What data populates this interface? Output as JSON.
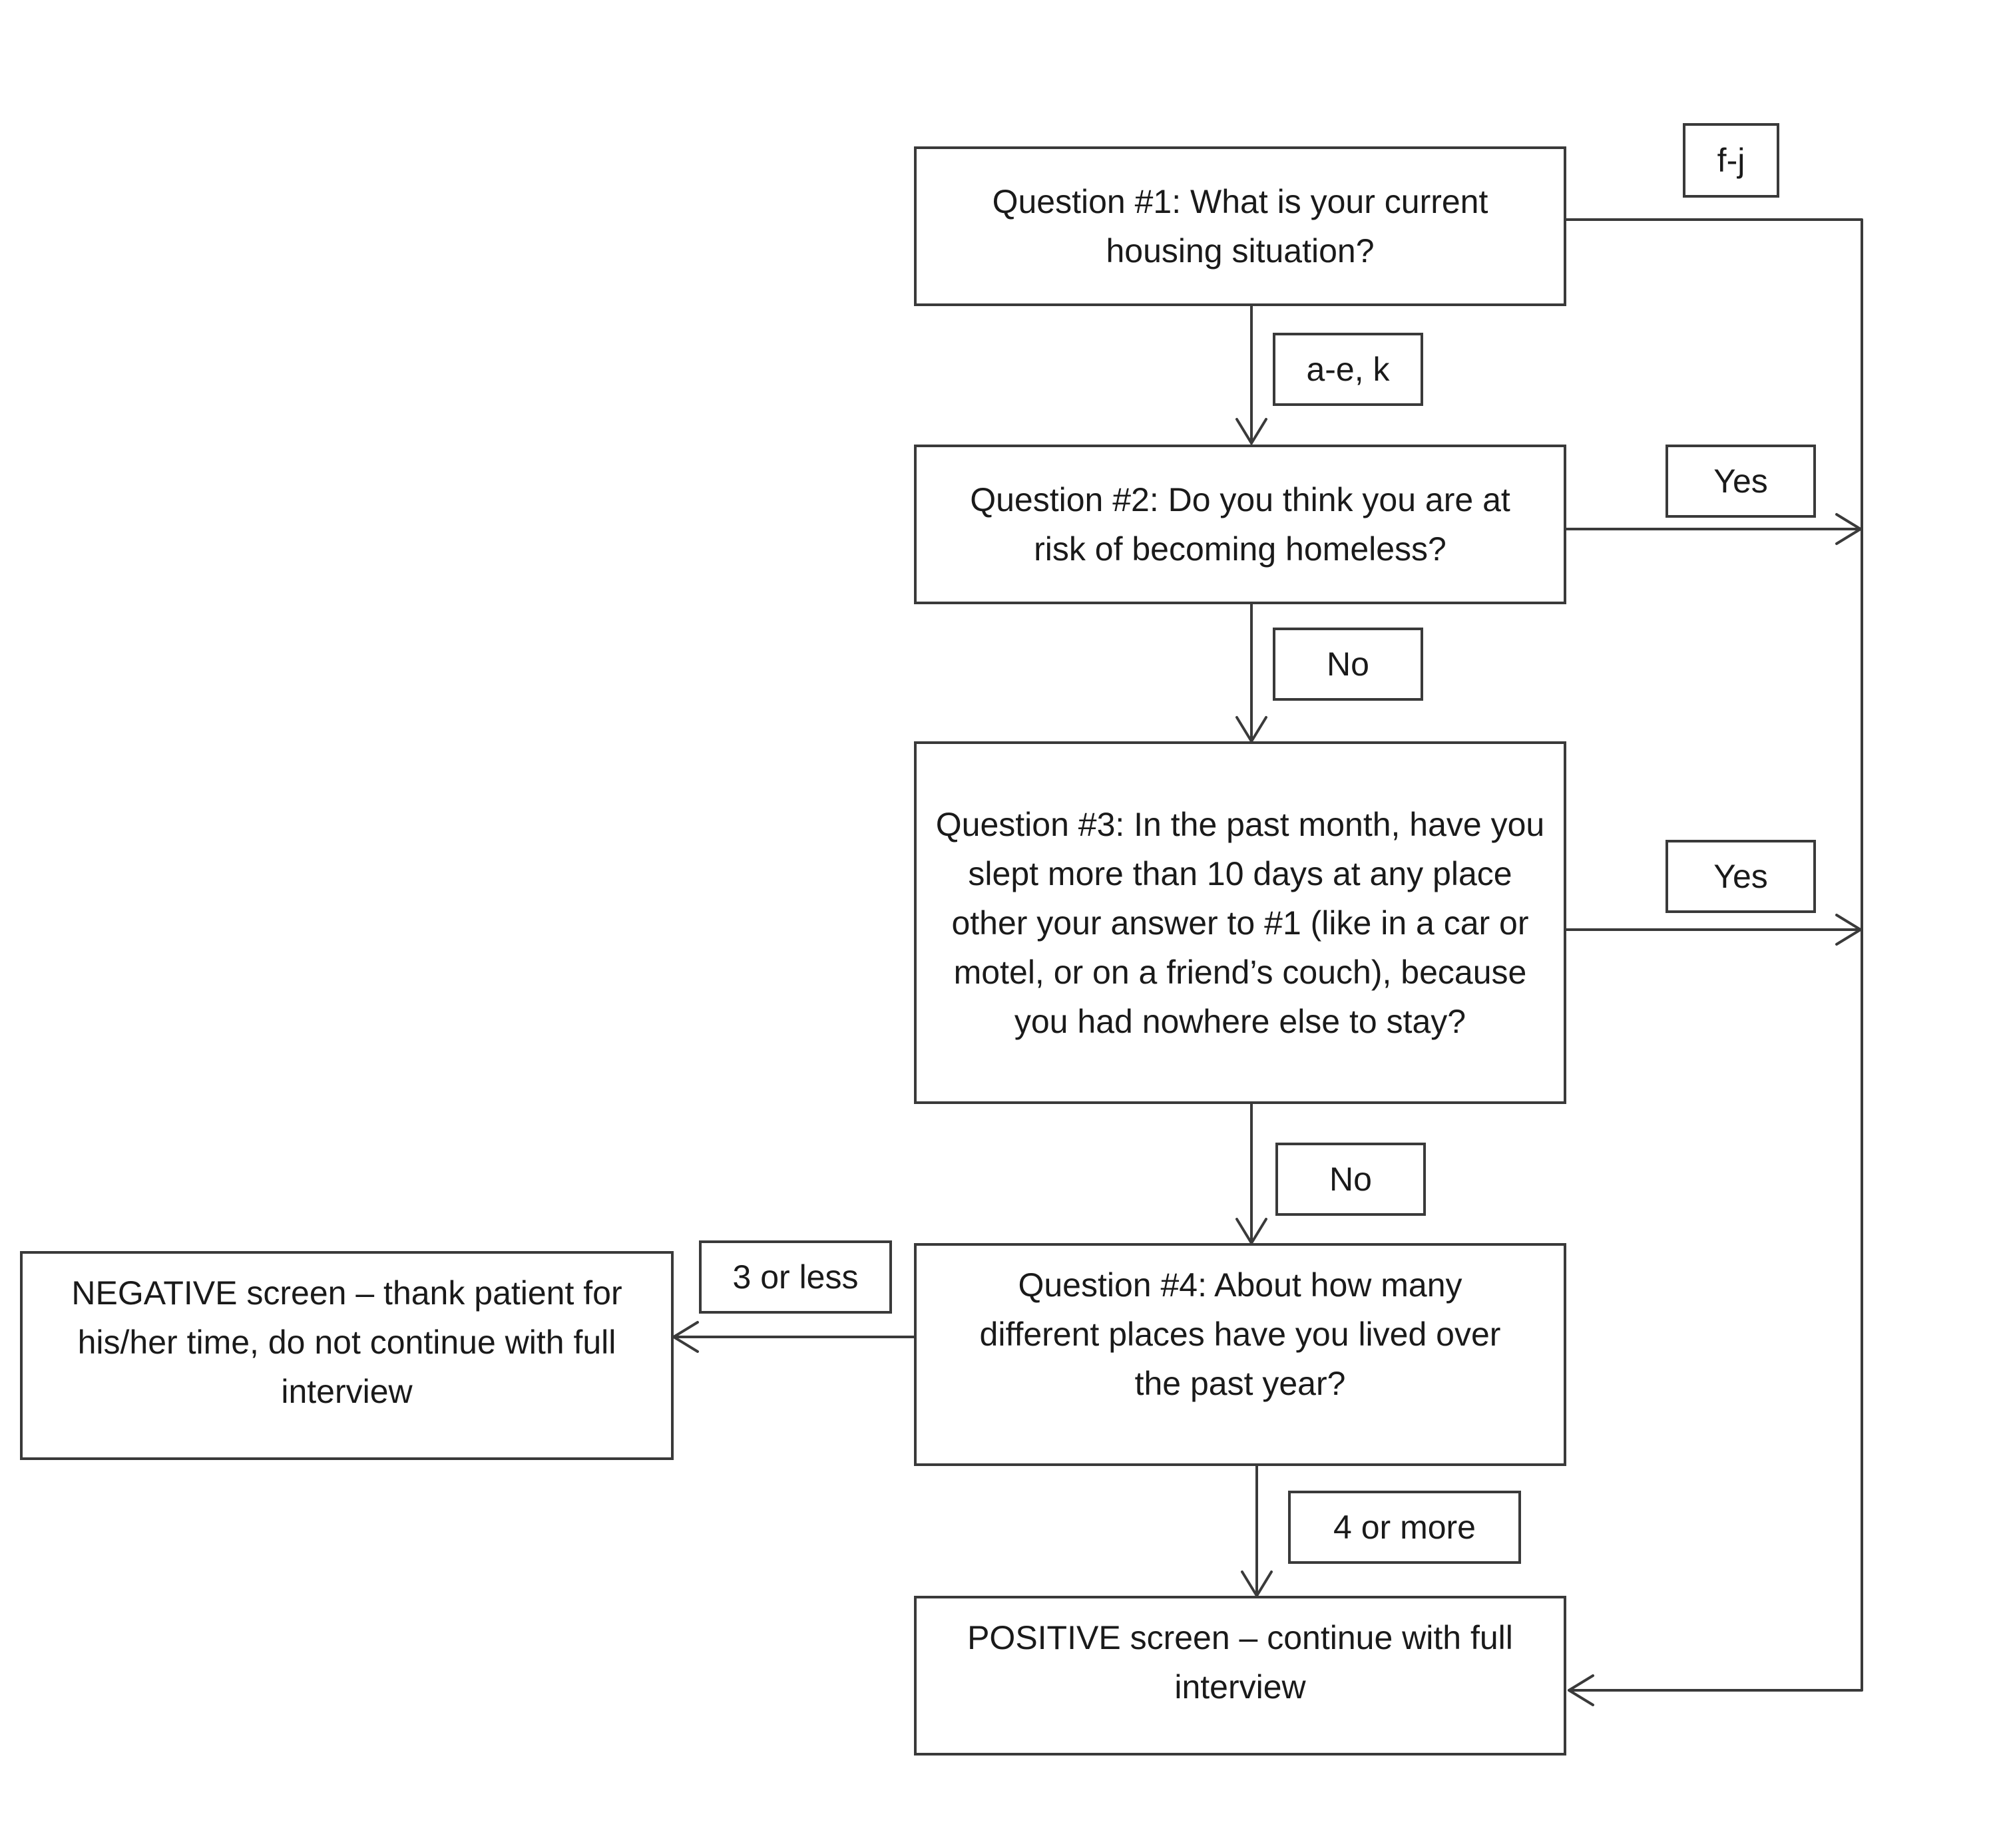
{
  "nodes": {
    "q1": "Question #1:  What is your current housing situation?",
    "q2": "Question #2:  Do you think you are at risk of becoming homeless?",
    "q3": "Question #3:  In the past month, have you slept more than 10 days at any place other your answer to #1 (like in a car or motel, or on a friend’s couch), because you had nowhere else to stay?",
    "q4": "Question #4:  About how many different places have you lived over the past year?",
    "positive": "POSITIVE screen – continue with full interview",
    "negative": "NEGATIVE screen – thank patient for his/her time, do not continue with full interview"
  },
  "edge_labels": {
    "q1_to_positive": "f-j",
    "q1_to_q2": "a-e, k",
    "q2_yes": "Yes",
    "q2_no": "No",
    "q3_yes": "Yes",
    "q3_no": "No",
    "q4_low": "3 or less",
    "q4_high": "4 or more"
  },
  "colors": {
    "stroke": "#3a3a3a",
    "background": "#ffffff",
    "text": "#1a1a1a"
  }
}
